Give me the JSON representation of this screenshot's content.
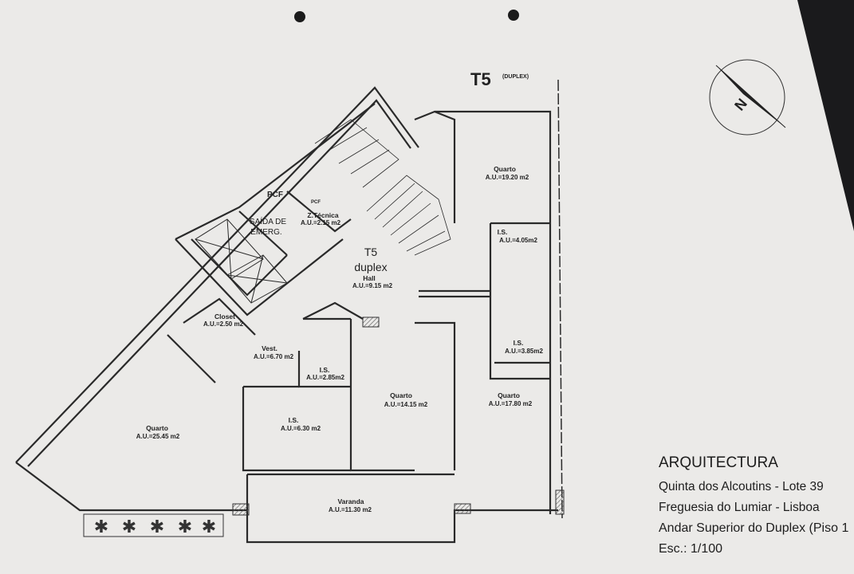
{
  "plan": {
    "title": "T5",
    "title_suffix": "(DUPLEX)",
    "center_label_1": "T5",
    "center_label_2": "duplex",
    "north_label": "N",
    "rooms": [
      {
        "name": "Quarto",
        "area": "A.U.=19.20 m2"
      },
      {
        "name": "I.S.",
        "area": "A.U.=4.05m2"
      },
      {
        "name": "I.S.",
        "area": "A.U.=3.85m2"
      },
      {
        "name": "Quarto",
        "area": "A.U.=17.80 m2"
      },
      {
        "name": "Hall",
        "area": "A.U.=9.15 m2"
      },
      {
        "name": "Z.Técnica",
        "area": "A.U.=2.15 m2"
      },
      {
        "name": "SAÍDA DE",
        "area": "EMERG."
      },
      {
        "name": "Closet",
        "area": "A.U.=2.50 m2"
      },
      {
        "name": "Vest.",
        "area": "A.U.=6.70 m2"
      },
      {
        "name": "I.S.",
        "area": "A.U.=2.85m2"
      },
      {
        "name": "I.S.",
        "area": "A.U.=6.30 m2"
      },
      {
        "name": "Quarto",
        "area": "A.U.=14.15 m2"
      },
      {
        "name": "Quarto",
        "area": "A.U.=25.45 m2"
      },
      {
        "name": "Varanda",
        "area": "A.U.=11.30 m2"
      }
    ],
    "pcf_labels": [
      "PCF",
      "PCF"
    ]
  },
  "title_block": {
    "heading": "ARQUITECTURA",
    "line1": "Quinta dos Alcoutins - Lote 39",
    "line2": "Freguesia do Lumiar - Lisboa",
    "line3": "Andar Superior do Duplex (Piso 1",
    "line4": "Esc.: 1/100"
  },
  "colors": {
    "paper": "#ebeae8",
    "ink": "#2a2a2a",
    "background": "#1a1a1c"
  }
}
